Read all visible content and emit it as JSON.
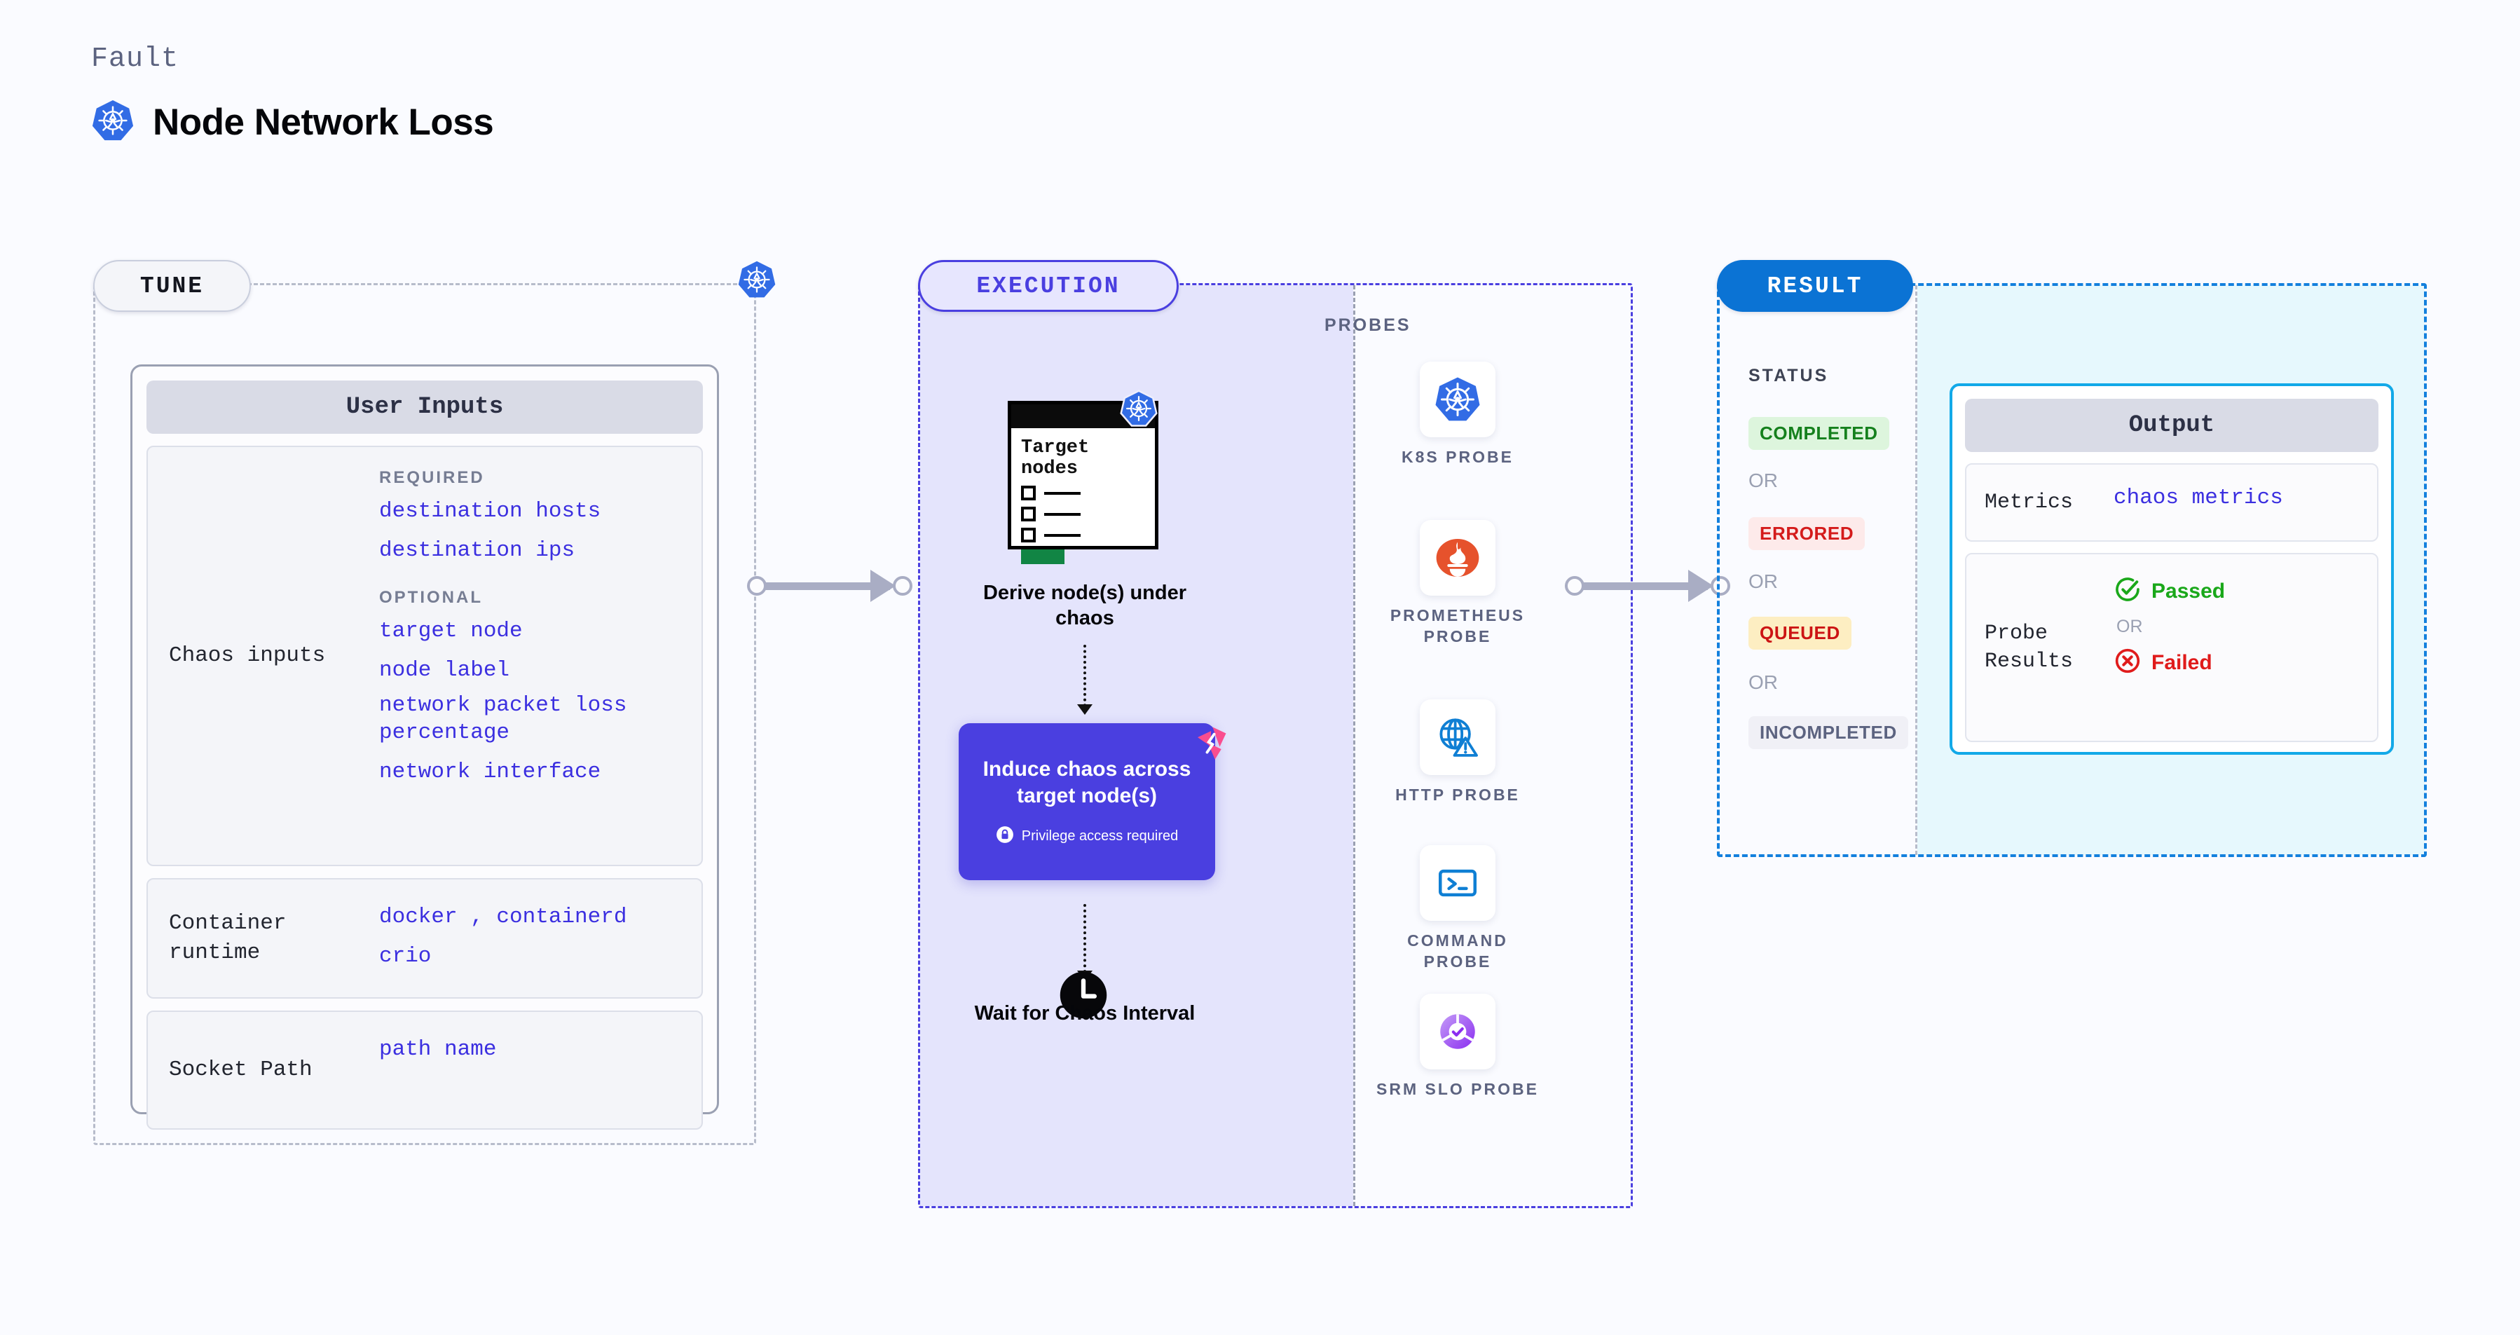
{
  "header": {
    "fault_label": "Fault",
    "title": "Node Network Loss",
    "icon": "kubernetes-icon"
  },
  "tune": {
    "pill_label": "TUNE",
    "badge_icon": "kubernetes-icon",
    "card_title": "User Inputs",
    "blocks": [
      {
        "label": "Chaos inputs",
        "groups": [
          {
            "heading": "REQUIRED",
            "values": [
              "destination hosts",
              "destination ips"
            ]
          },
          {
            "heading": "OPTIONAL",
            "values": [
              "target node",
              "node label",
              "network packet loss percentage",
              "network interface"
            ]
          }
        ]
      },
      {
        "label": "Container runtime",
        "values": [
          "docker , containerd",
          "crio"
        ]
      },
      {
        "label": "Socket Path",
        "values": [
          "path name"
        ]
      }
    ]
  },
  "execution": {
    "pill_label": "EXECUTION",
    "steps": [
      {
        "icon": "target-nodes-window-icon",
        "window_title": "Target nodes",
        "badge_icon": "kubernetes-icon",
        "caption": "Derive node(s) under chaos"
      },
      {
        "icon": "chaos-box",
        "title": "Induce chaos across target node(s)",
        "note": "Privilege access required",
        "note_icon": "lock-icon",
        "corner_badge_icon": "harness-logo-icon"
      },
      {
        "icon": "clock-icon",
        "caption": "Wait for Chaos Interval"
      }
    ],
    "probes_label": "PROBES",
    "probes": [
      {
        "label": "K8S PROBE",
        "icon": "kubernetes-icon"
      },
      {
        "label": "PROMETHEUS PROBE",
        "icon": "prometheus-icon"
      },
      {
        "label": "HTTP PROBE",
        "icon": "globe-warning-icon"
      },
      {
        "label": "COMMAND PROBE",
        "icon": "terminal-icon"
      },
      {
        "label": "SRM SLO PROBE",
        "icon": "srm-slo-icon"
      }
    ]
  },
  "result": {
    "pill_label": "RESULT",
    "status_label": "STATUS",
    "or_text": "OR",
    "statuses": [
      {
        "label": "COMPLETED",
        "bg": "#ddf5dd",
        "fg": "#15801d"
      },
      {
        "label": "ERRORED",
        "bg": "#fdeaea",
        "fg": "#d41b1b"
      },
      {
        "label": "QUEUED",
        "bg": "#fdeec2",
        "fg": "#cc1414"
      },
      {
        "label": "INCOMPLETED",
        "bg": "#f0f0f6",
        "fg": "#5c6380"
      }
    ],
    "output": {
      "title": "Output",
      "metrics_label": "Metrics",
      "metrics_value": "chaos metrics",
      "probe_results_label": "Probe Results",
      "passed_label": "Passed",
      "failed_label": "Failed",
      "or_text": "OR",
      "passed_icon": "check-circle-icon",
      "failed_icon": "x-circle-icon"
    }
  },
  "colors": {
    "page_bg": "#fafbff",
    "accent_purple": "#4a3fe0",
    "accent_blue": "#0b73d4",
    "k8s_blue": "#326ce5",
    "prometheus_orange": "#e6522c",
    "harness_pink": "#fa4d8f",
    "output_cyan": "#12a9e8",
    "value_text": "#3b2fe0"
  }
}
